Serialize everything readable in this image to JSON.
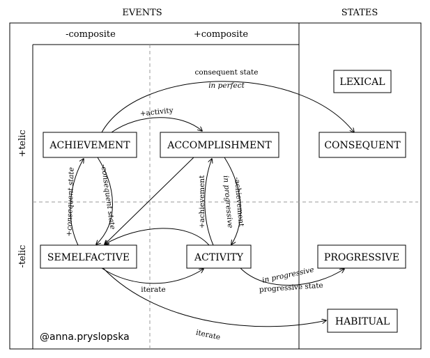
{
  "headers": {
    "events": "EVENTS",
    "states": "STATES",
    "minus_composite": "-composite",
    "plus_composite": "+composite",
    "plus_telic": "+telic",
    "minus_telic": "-telic"
  },
  "nodes": {
    "achievement": "ACHIEVEMENT",
    "accomplishment": "ACCOMPLISHMENT",
    "semelfactive": "SEMELFACTIVE",
    "activity": "ACTIVITY",
    "lexical": "LEXICAL",
    "consequent": "CONSEQUENT",
    "progressive": "PROGRESSIVE",
    "habitual": "HABITUAL"
  },
  "edges": {
    "consequent_state": "consequent state",
    "in_perfect": "in perfect",
    "plus_activity": "+activity",
    "plus_consequent_state": "+consequent state",
    "minus_consequent_state": "-consequent state",
    "plus_achievement": "+achievement",
    "minus_achievement": "-achievement",
    "in_progressive_vertical": "in progressive",
    "iterate_short": "iterate",
    "in_progressive": "in progressive",
    "progressive_state": "progressive state",
    "iterate_long": "iterate"
  },
  "credit": "@anna.pryslopska",
  "colors": {
    "line": "#000000",
    "dashed": "#999999"
  }
}
